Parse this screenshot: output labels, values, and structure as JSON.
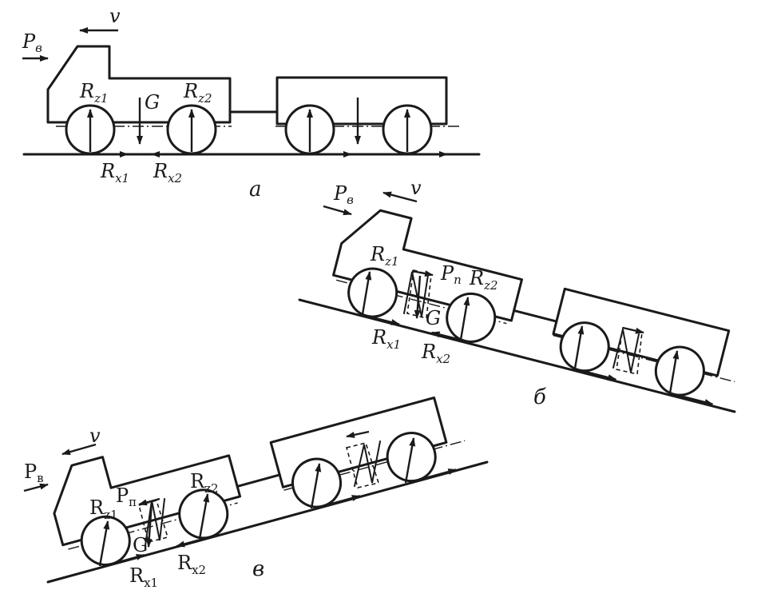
{
  "labels": {
    "a": {
      "pv": "P",
      "pv_sub": "в",
      "v": "v",
      "g": "G",
      "rz1": "R",
      "rz1_sub": "z1",
      "rz2": "R",
      "rz2_sub": "z2",
      "rx1": "R",
      "rx1_sub": "x1",
      "rx2": "R",
      "rx2_sub": "x2",
      "caption": "а"
    },
    "b": {
      "pv": "P",
      "pv_sub": "в",
      "v": "v",
      "pp": "P",
      "pp_sub": "п",
      "g": "G",
      "rz1": "R",
      "rz1_sub": "z1",
      "rz2": "R",
      "rz2_sub": "z2",
      "rx1": "R",
      "rx1_sub": "x1",
      "rx2": "R",
      "rx2_sub": "x2",
      "caption": "б"
    },
    "c": {
      "pv": "P",
      "pv_sub": "в",
      "v": "v",
      "pp": "P",
      "pp_sub": "п",
      "g": "G",
      "rz1": "R",
      "rz1_sub": "z1",
      "rz2": "R",
      "rz2_sub": "z2",
      "rx1": "R",
      "rx1_sub": "x1",
      "rx2": "R",
      "rx2_sub": "x2",
      "caption": "в"
    }
  }
}
